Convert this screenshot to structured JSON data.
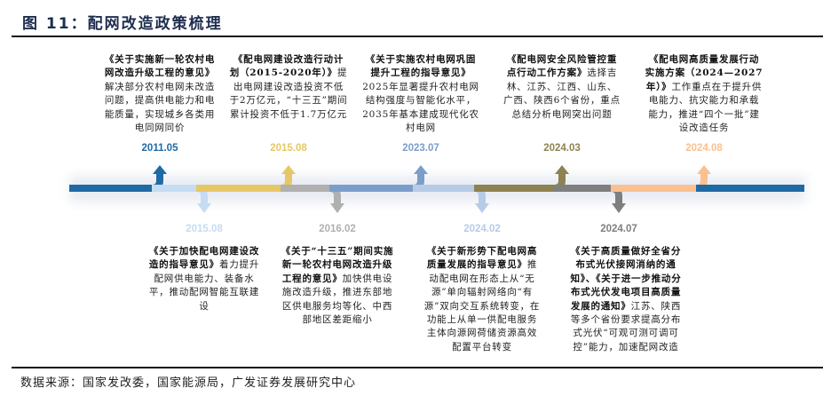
{
  "header": {
    "fig_label": "图",
    "fig_number": "11：",
    "title": "配网改造政策梳理"
  },
  "source": "数据来源：国家发改委，国家能源局，广发证券发展研究中心",
  "events": [
    {
      "date": "2011.05",
      "color": "#1f6aa5",
      "policy": "《关于实施新一轮农村电网改造升级工程的意见》",
      "desc": "解决部分农村电网未改造问题，提高供电能力和电能质量，实现城乡各类用电同网同价"
    },
    {
      "date": "2015.08",
      "color": "#e6c766",
      "policy": "《配电网建设改造行动计划（2015-2020年）》",
      "desc": "提出电网建设改造投资不低于2万亿元，“十三五”期间累计投资不低于1.7万亿元"
    },
    {
      "date": "2023.07",
      "color": "#7b9dca",
      "policy": "《关于实施农村电网巩固提升工程的指导意见》",
      "desc": "2025年显著提升农村电网结构强度与智能化水平，2035年基本建成现代化农村电网"
    },
    {
      "date": "2024.03",
      "color": "#8c8350",
      "policy": "《配电网安全风险管控重点行动工作方案》",
      "desc": "选择吉林、江苏、江西、山东、广西、陕西6个省份，重点总结分析电网突出问题"
    },
    {
      "date": "2024.08",
      "color": "#fac08f",
      "policy": "《配电网高质量发展行动实施方案（2024—2027年）》",
      "desc": "工作重点在于提升供电能力、抗灾能力和承载能力，推进“四个一批”建设改造任务"
    },
    {
      "date": "2015.08",
      "color": "#c5dcf2",
      "policy": "《关于加快配电网建设改造的指导意见》",
      "desc": "着力提升配网供电能力、装备水平，推动配网智能互联建设"
    },
    {
      "date": "2016.02",
      "color": "#b0b0b0",
      "policy": "《关于“十三五”期间实施新一轮农村电网改造升级工程的意见》",
      "desc": "加快供电设施改造升级，推进东部地区供电服务均等化、中西部地区差距缩小"
    },
    {
      "date": "2024.02",
      "color": "#b6cbe6",
      "policy": "《关于新形势下配电网高质量发展的指导意见》",
      "desc": "推动配电网在形态上从“无源”单向辐射网络向“有源”双向交互系统转变，在功能上从单一供配电服务主体向源网荷储资源高效配置平台转变"
    },
    {
      "date": "2024.07",
      "color": "#7f7f7f",
      "policy": "《关于高质量做好全省分布式光伏接网消纳的通知》、《关于进一步推动分布式光伏发电项目高质量发展的通知》",
      "desc": "江苏、陕西等多个省份要求提高分布式光伏“可观可测可调可控”能力，加速配网改造"
    }
  ],
  "colors": {
    "start_end": "#1f6aa5",
    "title": "#1f2d4f"
  }
}
